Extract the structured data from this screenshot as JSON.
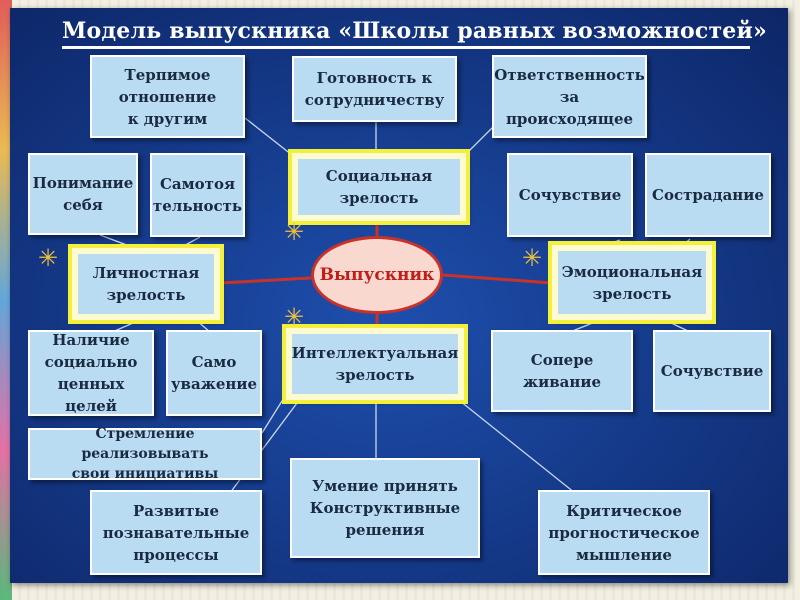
{
  "title": "Модель выпускника «Школы равных возможностей»",
  "center": "Выпускник",
  "main_boxes": {
    "social": "Социальная\nзрелость",
    "personal": "Личностная\nзрелость",
    "emotional": "Эмоциональная\nзрелость",
    "intellectual": "Интеллектуальная\nзрелость"
  },
  "social_items": [
    "Терпимое\nотношение\nк другим",
    "Готовность к\nсотрудничеству",
    "Ответственность\nза происходящее"
  ],
  "personal_items": [
    "Понимание\nсебя",
    "Самотоя\nтельность",
    "Наличие\nсоциально\nценных целей",
    "Само\nуважение",
    "Стремление реализовывать\nсвои инициативы"
  ],
  "emotional_items": [
    "Сочувствие",
    "Сострадание",
    "Сопере\nживание",
    "Сочувствие"
  ],
  "intellectual_items": [
    "Развитые\nпознавательные\nпроцессы",
    "Умение принять\nКонструктивные\nрешения",
    "Критическое\nпрогностическое\nмышление"
  ],
  "colors": {
    "panel": "#163c8d",
    "box": "#b9dcf2",
    "main_border": "#f2f03a",
    "center_border": "#c83228",
    "center_text": "#c01e18",
    "connector_main": "#c83228",
    "connector_thin": "#c9d7ee"
  },
  "decorations": [
    "sun-icon",
    "sun-icon",
    "sun-icon",
    "sun-icon"
  ]
}
